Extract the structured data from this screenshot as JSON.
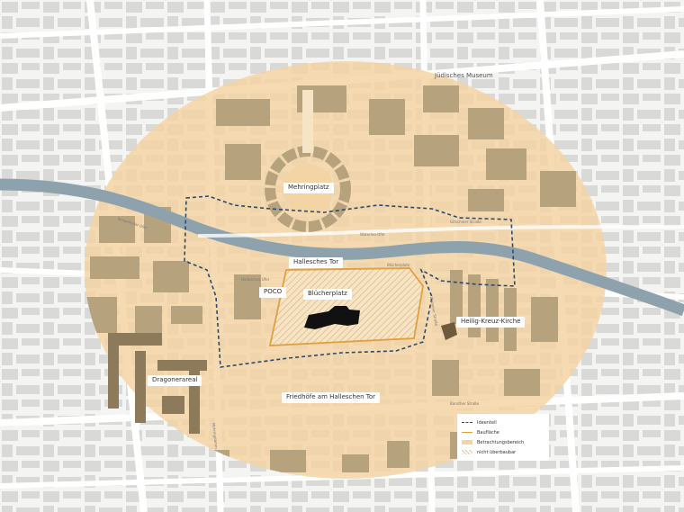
{
  "map": {
    "labels": {
      "museum": "Jüdisches Museum",
      "mehringplatz": "Mehringplatz",
      "halleschesTor": "Hallesches Tor",
      "poco": "POCO",
      "bluecherplatz": "Blücherplatz",
      "heiligKreuz": "Heilig-Kreuz-Kirche",
      "dragonerareal": "Dragonerareal",
      "friedhoefe": "Friedhöfe am Halleschen Tor"
    },
    "streets": {
      "s1": "Tempelhofer Ufer",
      "s2": "Gitschiner Straße",
      "s3": "Waterloo-Ufer",
      "s4": "Hallesches Ufer",
      "s5": "Blücherplatz",
      "s6": "Zossener Straße",
      "s7": "Baruther Straße",
      "s8": "Mehringdamm"
    },
    "legend": {
      "ideenteil": "Ideenteil",
      "bauflaeche": "Baufläche",
      "betrachtung": "Betrachtungsbereich",
      "nicht": "nicht überbaubar"
    },
    "colors": {
      "background": "#f4f4f3",
      "building": "#d9d9d7",
      "buildingInArea": "#b7a27e",
      "street": "#ffffff",
      "water": "#8ea2ae",
      "studyArea": "#f3d4a4",
      "ideaBoundary": "#2b4b6b",
      "siteBoundary": "#e0a040",
      "hatch": "#e9c79a",
      "mainBuilding": "#111111"
    }
  }
}
